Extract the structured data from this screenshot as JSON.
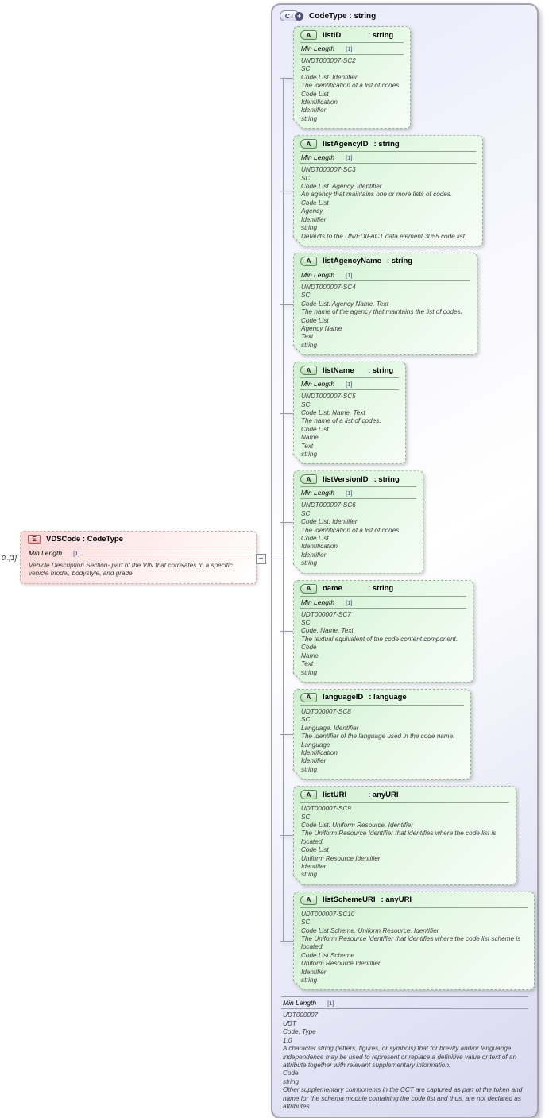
{
  "icons": {
    "complex_type": "CT",
    "plus": "+",
    "attribute": "A",
    "element": "E",
    "collapse": "−"
  },
  "complex_type": {
    "title": "CodeType : string",
    "attributes": [
      {
        "name": "listID",
        "type": ": string",
        "facet": {
          "label": "Min Length",
          "value": "[1]"
        },
        "annotations": [
          "UNDT000007-SC2",
          "SC",
          "Code List. Identifier",
          "The identification of a list of codes.",
          "Code List",
          "Identification",
          "Identifier",
          "string"
        ]
      },
      {
        "name": "listAgencyID",
        "type": ": string",
        "facet": {
          "label": "Min Length",
          "value": "[1]"
        },
        "annotations": [
          "UNDT000007-SC3",
          "SC",
          "Code List. Agency. Identifier",
          "An agency that maintains one or more lists of codes.",
          "Code List",
          "Agency",
          "Identifier",
          "string",
          "Defaults to the UN/EDIFACT data element 3055 code list."
        ]
      },
      {
        "name": "listAgencyName",
        "type": ": string",
        "facet": {
          "label": "Min Length",
          "value": "[1]"
        },
        "annotations": [
          "UNDT000007-SC4",
          "SC",
          "Code List. Agency Name. Text",
          "The name of the agency that maintains the list of codes.",
          "Code List",
          "Agency Name",
          "Text",
          "string"
        ]
      },
      {
        "name": "listName",
        "type": ": string",
        "facet": {
          "label": "Min Length",
          "value": "[1]"
        },
        "annotations": [
          "UNDT000007-SC5",
          "SC",
          "Code List. Name. Text",
          "The name of a list of codes.",
          "Code List",
          "Name",
          "Text",
          "string"
        ]
      },
      {
        "name": "listVersionID",
        "type": ": string",
        "facet": {
          "label": "Min Length",
          "value": "[1]"
        },
        "annotations": [
          "UNDT000007-SC6",
          "SC",
          "Code List. Identifier",
          "The identification of a list of codes.",
          "Code List",
          "Identification",
          "Identifier",
          "string"
        ]
      },
      {
        "name": "name",
        "type": ": string",
        "facet": {
          "label": "Min Length",
          "value": "[1]"
        },
        "annotations": [
          "UDT000007-SC7",
          "SC",
          "Code. Name. Text",
          "The textual equivalent of the code content component.",
          "Code",
          "Name",
          "Text",
          "string"
        ]
      },
      {
        "name": "languageID",
        "type": ": language",
        "facet": null,
        "annotations": [
          "UDT000007-SC8",
          "SC",
          "Language. Identifier",
          "The identifier of the language used in the code name.",
          "Language",
          "Identification",
          "Identifier",
          "string"
        ]
      },
      {
        "name": "listURI",
        "type": ": anyURI",
        "facet": null,
        "annotations": [
          "UDT000007-SC9",
          "SC",
          "Code List. Uniform Resource. Identifier",
          "The Uniform Resource Identifier that identifies where the code list is located.",
          "Code List",
          "Uniform Resource Identifier",
          "Identifier",
          "string"
        ]
      },
      {
        "name": "listSchemeURI",
        "type": ": anyURI",
        "facet": null,
        "annotations": [
          "UDT000007-SC10",
          "SC",
          "Code List Scheme. Uniform Resource. Identifier",
          "The Uniform Resource Identifier that identifies where the code list scheme is located.",
          "Code List Scheme",
          "Uniform Resource Identifier",
          "Identifier",
          "string"
        ]
      }
    ],
    "facet": {
      "label": "Min Length",
      "value": "[1]"
    },
    "annotations": [
      "UDT000007",
      "UDT",
      "Code. Type",
      "1.0",
      "A character string (letters, figures, or symbols) that for brevity and/or languange independence may be used to represent or replace a definitive value or text of an attribute together with relevant supplementary information.",
      "Code",
      "string",
      "Other supplementary components in the CCT are captured as part of the token and name for the schema module containing the code list and thus, are not declared as attributes."
    ]
  },
  "element": {
    "cardinality": "0..[1]",
    "title": "VDSCode : CodeType",
    "facet": {
      "label": "Min Length",
      "value": "[1]"
    },
    "annotation": "Vehicle Description Section- part of the VIN that correlates to a specific vehicle model, bodystyle, and grade"
  }
}
